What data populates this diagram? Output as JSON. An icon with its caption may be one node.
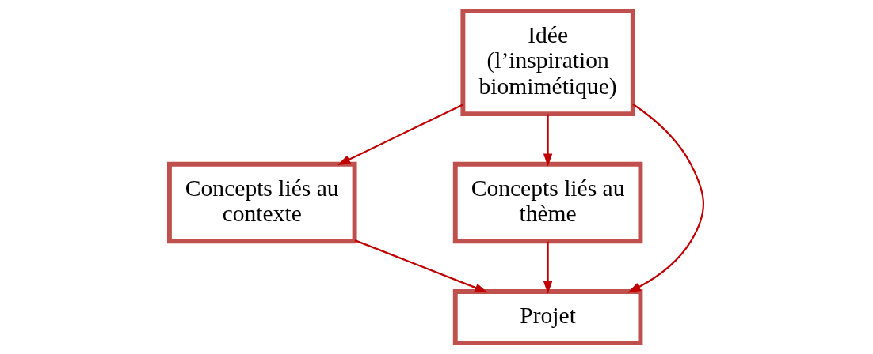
{
  "diagram": {
    "nodes": [
      {
        "text": [
          "Idée (l’inspiration biomimétique)"
        ]
      },
      {
        "text": [
          "Concepts liés au contexte"
        ]
      },
      {
        "text": [
          "Concepts liés au thème"
        ]
      },
      {
        "text": [
          "Projet"
        ]
      }
    ],
    "edges": [
      {
        "from": 0,
        "to": 1,
        "arrow": "to"
      },
      {
        "from": 0,
        "to": 3,
        "arrow": "to"
      },
      {
        "from": 0,
        "to": 2,
        "arrow": "to"
      },
      {
        "from": 1,
        "to": 3,
        "arrow": "to"
      },
      {
        "from": 2,
        "to": 3,
        "arrow": "to"
      }
    ]
  }
}
